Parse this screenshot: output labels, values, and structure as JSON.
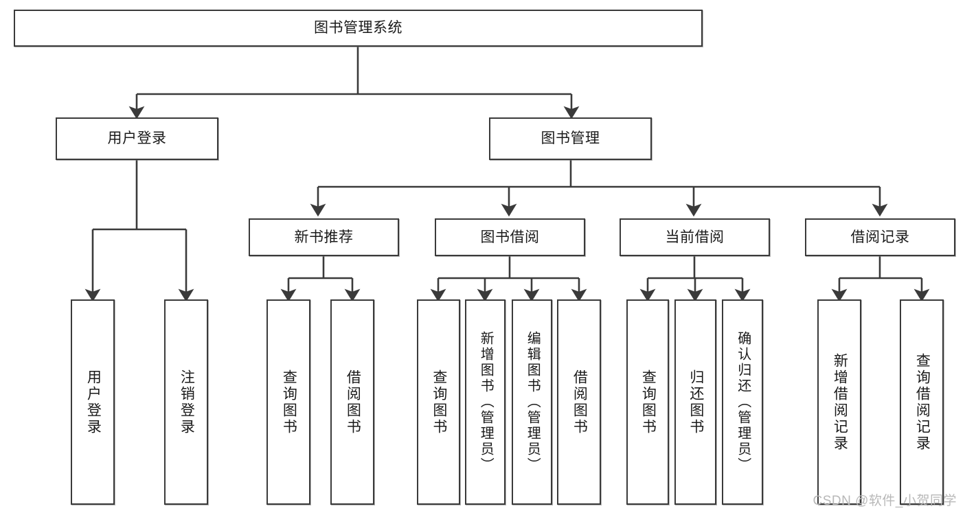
{
  "diagram": {
    "title": "图书管理系统",
    "type": "tree",
    "watermark": "CSDN @软件_小贺同学",
    "colors": {
      "box_border": "#3a3a3a",
      "box_fill": "#ffffff",
      "edge": "#3a3a3a",
      "text": "#1a1a1a",
      "watermark": "#b8b8b8"
    },
    "root": {
      "id": "root",
      "label": "图书管理系统",
      "orientation": "horizontal"
    },
    "level2": [
      {
        "id": "user-login",
        "label": "用户登录",
        "orientation": "horizontal"
      },
      {
        "id": "book-manage",
        "label": "图书管理",
        "orientation": "horizontal"
      }
    ],
    "level3": [
      {
        "id": "new-book-recommend",
        "label": "新书推荐",
        "orientation": "horizontal",
        "parent": "book-manage"
      },
      {
        "id": "book-borrow",
        "label": "图书借阅",
        "orientation": "horizontal",
        "parent": "book-manage"
      },
      {
        "id": "current-borrow",
        "label": "当前借阅",
        "orientation": "horizontal",
        "parent": "book-manage"
      },
      {
        "id": "borrow-record",
        "label": "借阅记录",
        "orientation": "horizontal",
        "parent": "book-manage"
      }
    ],
    "leaves": [
      {
        "id": "leaf-user-login",
        "label": "用户登录",
        "parent": "user-login"
      },
      {
        "id": "leaf-logout-login",
        "label": "注销登录",
        "parent": "user-login"
      },
      {
        "id": "leaf-query-book-rec",
        "label": "查询图书",
        "parent": "new-book-recommend"
      },
      {
        "id": "leaf-borrow-book-rec",
        "label": "借阅图书",
        "parent": "new-book-recommend"
      },
      {
        "id": "leaf-query-book-borrow",
        "label": "查询图书",
        "parent": "book-borrow"
      },
      {
        "id": "leaf-add-book-admin",
        "label": "新增图书（管理员）",
        "parent": "book-borrow"
      },
      {
        "id": "leaf-edit-book-admin",
        "label": "编辑图书（管理员）",
        "parent": "book-borrow"
      },
      {
        "id": "leaf-borrow-book",
        "label": "借阅图书",
        "parent": "book-borrow"
      },
      {
        "id": "leaf-query-book-current",
        "label": "查询图书",
        "parent": "current-borrow"
      },
      {
        "id": "leaf-return-book",
        "label": "归还图书",
        "parent": "current-borrow"
      },
      {
        "id": "leaf-confirm-return-admin",
        "label": "确认归还（管理员）",
        "parent": "current-borrow"
      },
      {
        "id": "leaf-add-borrow-record",
        "label": "新增借阅记录",
        "parent": "borrow-record"
      },
      {
        "id": "leaf-query-borrow-record",
        "label": "查询借阅记录",
        "parent": "borrow-record"
      }
    ]
  }
}
